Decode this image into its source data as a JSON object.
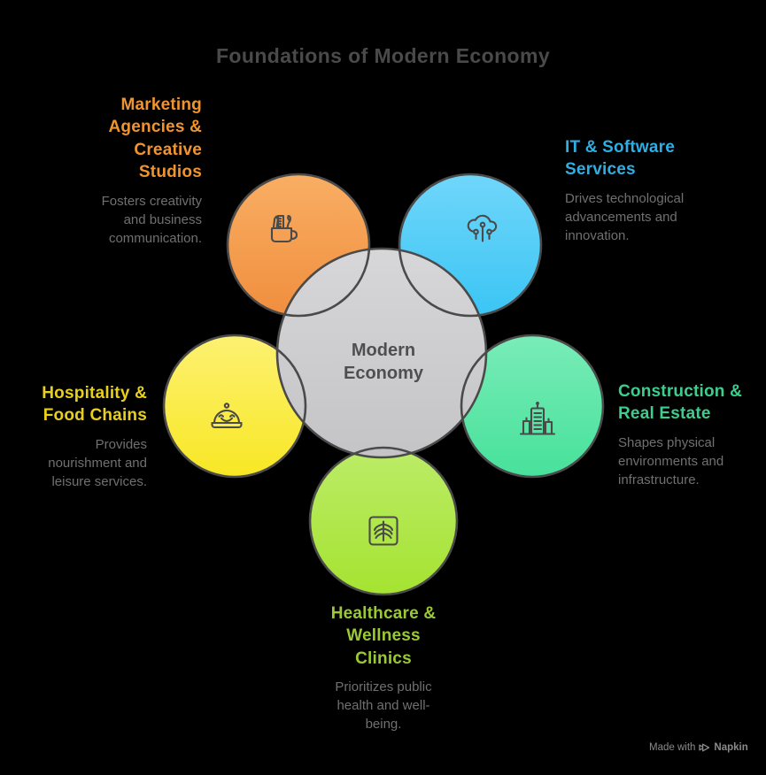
{
  "title": "Foundations of Modern Economy",
  "background_color": "#000000",
  "title_color": "#4a4a4a",
  "body_text_color": "#707070",
  "outline_color": "#4a4a4a",
  "center": {
    "label": "Modern\nEconomy",
    "fill_top": "#d7d7d9",
    "fill_bottom": "#c6c6c8",
    "text_color": "#4f4f4f"
  },
  "nodes": [
    {
      "id": "marketing",
      "heading": "Marketing\nAgencies &\nCreative\nStudios",
      "description": "Fosters creativity\nand business\ncommunication.",
      "accent": "#f0942f",
      "circle_top": "#f9ae63",
      "circle_bottom": "#f08e3e",
      "icon": "pencil-cup-icon"
    },
    {
      "id": "it-software",
      "heading": "IT & Software\nServices",
      "description": "Drives technological\nadvancements and\ninnovation.",
      "accent": "#2faee3",
      "circle_top": "#70d6fa",
      "circle_bottom": "#3bc5f4",
      "icon": "cloud-network-icon"
    },
    {
      "id": "hospitality",
      "heading": "Hospitality &\nFood Chains",
      "description": "Provides\nnourishment and\nleisure services.",
      "accent": "#e8cf1e",
      "circle_top": "#fdf172",
      "circle_bottom": "#f8e724",
      "icon": "cloche-smile-icon"
    },
    {
      "id": "construction",
      "heading": "Construction &\nReal Estate",
      "description": "Shapes physical\nenvironments and\ninfrastructure.",
      "accent": "#3dcd8d",
      "circle_top": "#79ecb7",
      "circle_bottom": "#47e19b",
      "icon": "buildings-icon"
    },
    {
      "id": "healthcare",
      "heading": "Healthcare &\nWellness\nClinics",
      "description": "Prioritizes public\nhealth and well-\nbeing.",
      "accent": "#9aca33",
      "circle_top": "#bcec68",
      "circle_bottom": "#a5e331",
      "icon": "wellness-icon"
    }
  ],
  "watermark": {
    "made_with": "Made with",
    "brand": "Napkin",
    "icon": "napkin-logo-icon",
    "color": "#8a8a8a"
  }
}
